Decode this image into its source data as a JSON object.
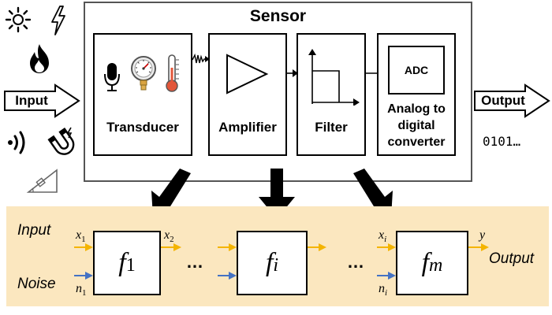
{
  "sensor": {
    "title": "Sensor",
    "stages": [
      {
        "label": "Transducer"
      },
      {
        "label": "Amplifier"
      },
      {
        "label": "Filter"
      },
      {
        "label": "Analog to digital converter",
        "inner": "ADC"
      }
    ]
  },
  "io": {
    "input_label": "Input",
    "output_label": "Output",
    "output_bits": "0101…"
  },
  "input_icons": [
    "sun-icon",
    "lightning-icon",
    "flame-icon",
    "sound-waves-icon",
    "magnet-icon",
    "incline-icon"
  ],
  "transducer_icons": [
    "microphone-icon",
    "pressure-gauge-icon",
    "thermometer-icon"
  ],
  "chain": {
    "input_label": "Input",
    "noise_label": "Noise",
    "output_label": "Output",
    "ellipsis": "…",
    "blocks": [
      {
        "name": "f",
        "sub": "1",
        "in_name": "x",
        "in_sub": "1",
        "noise_name": "n",
        "noise_sub": "1",
        "out_name": "x",
        "out_sub": "2"
      },
      {
        "name": "f",
        "sub": "i"
      },
      {
        "name": "f",
        "sub": "m",
        "in_name": "x",
        "in_sub": "i",
        "noise_name": "n",
        "noise_sub": "i",
        "out_name": "y"
      }
    ]
  },
  "colors": {
    "panel": "#fbe7bf",
    "signal_arrow": "#f4b400",
    "noise_arrow": "#4472c4",
    "flame": "#000000"
  }
}
